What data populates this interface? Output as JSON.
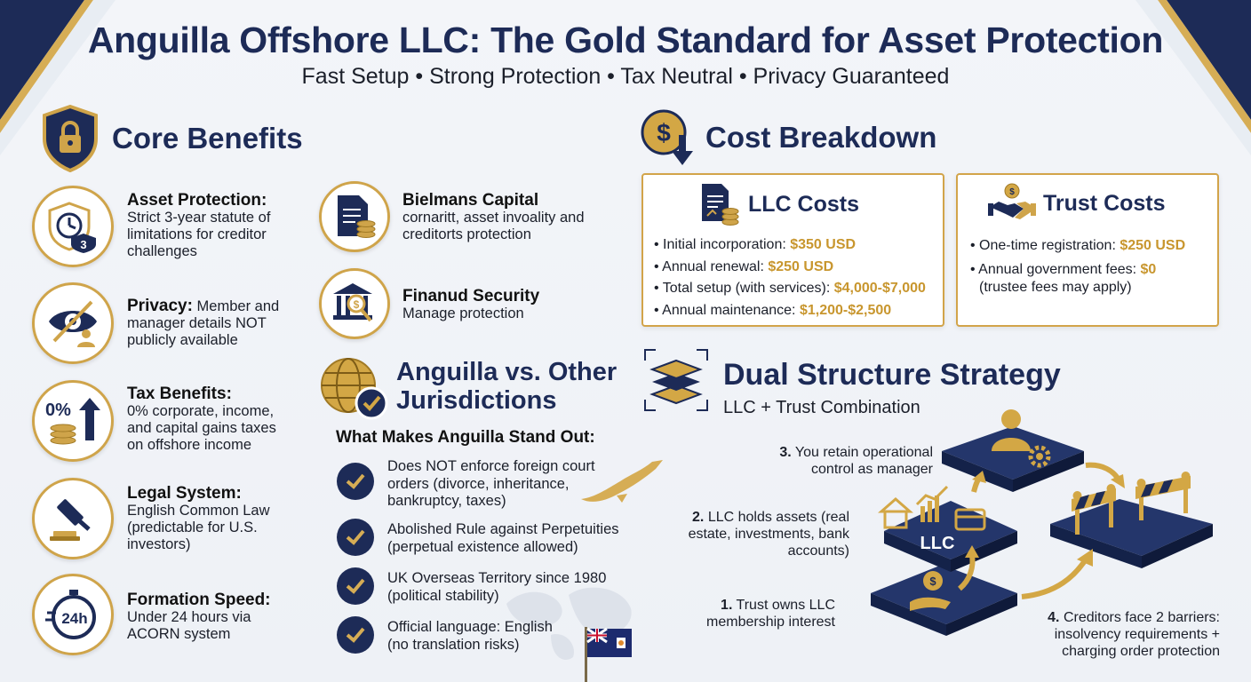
{
  "header": {
    "title": "Anguilla Offshore LLC: The Gold Standard for Asset Protection",
    "subtitle": "Fast Setup • Strong Protection • Tax Neutral • Privacy Guaranteed"
  },
  "core_benefits": {
    "title": "Core Benefits",
    "items": [
      {
        "heading": "Asset Protection:",
        "text": "Strict 3-year statute of limitations for creditor challenges",
        "icon": "clock-shield-icon",
        "badge": "3"
      },
      {
        "heading": "Privacy:",
        "text": "Member and manager details NOT publicly available",
        "icon": "eye-slash-icon"
      },
      {
        "heading": "Tax Benefits:",
        "text": "0% corporate, income, and capital gains taxes on offshore income",
        "icon": "zero-percent-coins-icon",
        "badge": "0%"
      },
      {
        "heading": "Legal System:",
        "text": "English Common Law (predictable for U.S. investors)",
        "icon": "gavel-icon"
      },
      {
        "heading": "Formation Speed:",
        "text": "Under 24 hours via ACORN system",
        "icon": "stopwatch-icon",
        "badge": "24h"
      }
    ],
    "extra": [
      {
        "heading": "Bielmans Capital",
        "text": "cornaritt, asset invoality and creditorts protection",
        "icon": "document-coins-icon"
      },
      {
        "heading": "Finanud Security",
        "text": "Manage protection",
        "icon": "bank-magnifier-icon"
      }
    ]
  },
  "cost_breakdown": {
    "title": "Cost Breakdown",
    "llc": {
      "title": "LLC Costs",
      "rows": [
        {
          "label": "Initial incorporation: ",
          "amount": "$350 USD"
        },
        {
          "label": "Annual renewal: ",
          "amount": "$250 USD"
        },
        {
          "label": "Total setup (with services): ",
          "amount": "$4,000-$7,000"
        },
        {
          "label": "Annual maintenance: ",
          "amount": "$1,200-$2,500"
        }
      ]
    },
    "trust": {
      "title": "Trust Costs",
      "rows": [
        {
          "label": "One-time registration: ",
          "amount": "$250 USD",
          "note": ""
        },
        {
          "label": "Annual government fees: ",
          "amount": "$0",
          "note": "(trustee fees may apply)"
        }
      ]
    }
  },
  "comparison": {
    "title_line1": "Anguilla vs. Other",
    "title_line2": "Jurisdictions",
    "subtitle": "What Makes Anguilla Stand Out:",
    "items": [
      "Does NOT enforce foreign court orders (divorce, inheritance, bankruptcy, taxes)",
      "Abolished Rule against Perpetuities (perpetual existence allowed)",
      "UK Overseas Territory since 1980 (political stability)",
      "Official language: English (no translation risks)"
    ]
  },
  "dual_structure": {
    "title": "Dual Structure Strategy",
    "subtitle": "LLC + Trust Combination",
    "llc_label": "LLC",
    "steps": [
      {
        "num": "1.",
        "text": "Trust owns LLC membership interest"
      },
      {
        "num": "2.",
        "text": "LLC holds assets (real estate, investments, bank accounts)"
      },
      {
        "num": "3.",
        "text": "You retain operational control as manager"
      },
      {
        "num": "4.",
        "text": "Creditors face 2 barriers: insolvency requirements + charging order protection"
      }
    ]
  },
  "colors": {
    "navy": "#1d2b57",
    "gold": "#c8962e",
    "gold_light": "#e4bf62"
  }
}
